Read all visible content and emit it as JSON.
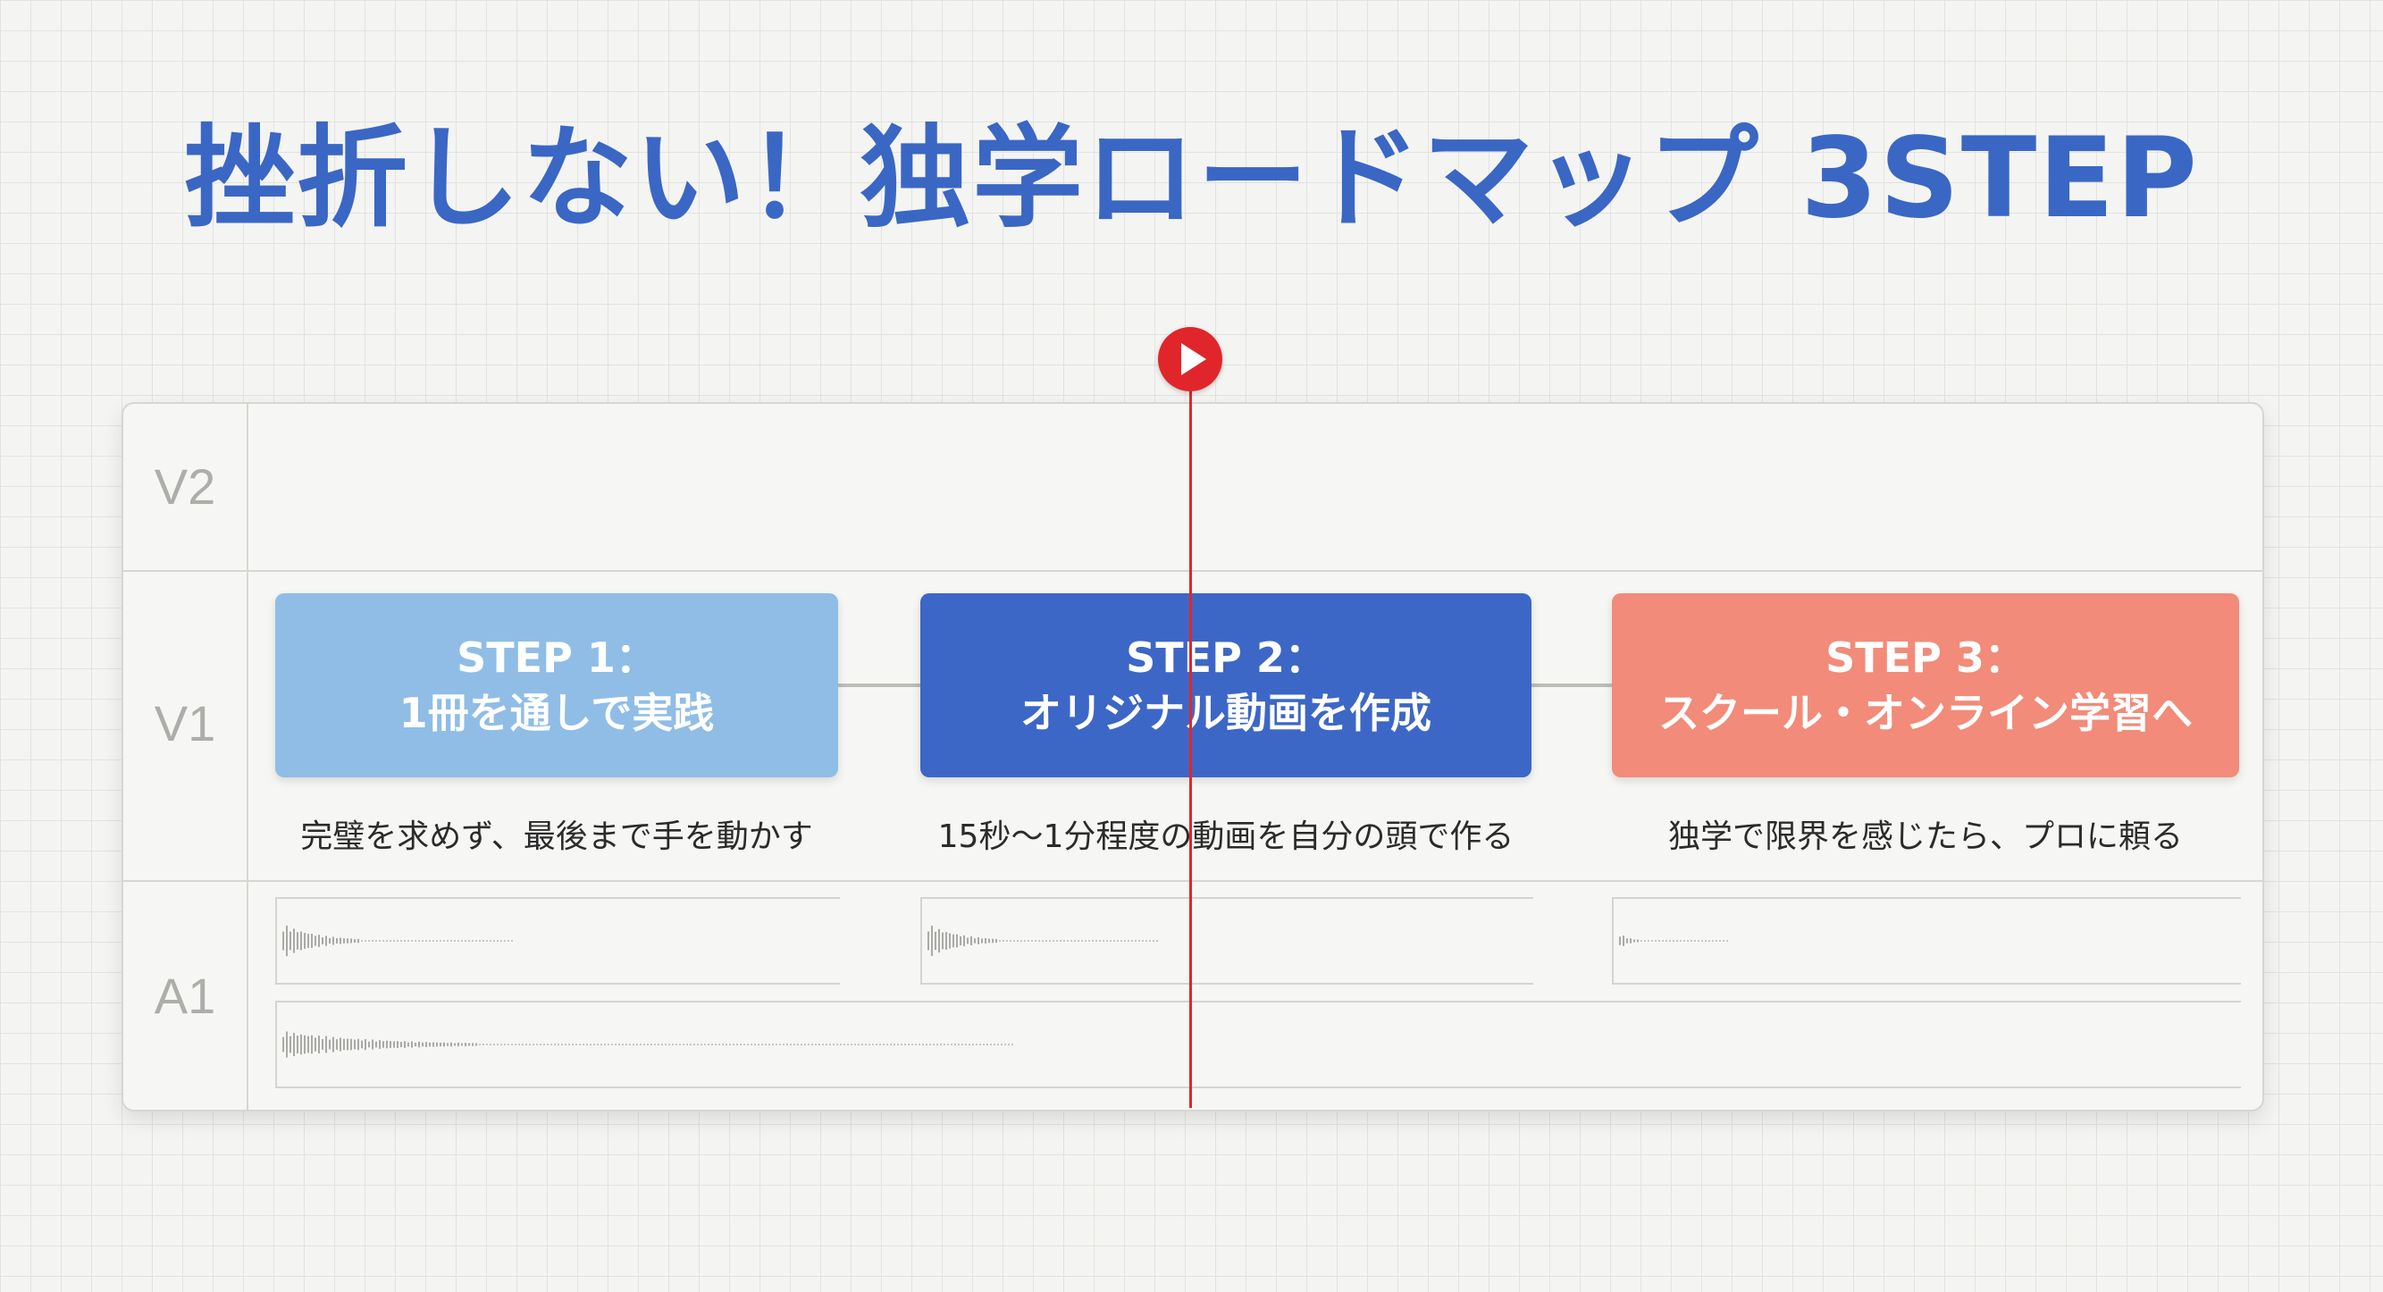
{
  "title": "挫折しない！独学ロードマップ 3STEP",
  "colors": {
    "title": "#3a67c4",
    "step1": "#8fbde6",
    "step2": "#3d67c6",
    "step3": "#f28b79",
    "playhead": "#e0262a"
  },
  "tracks": {
    "v2": "V2",
    "v1": "V1",
    "a1": "A1"
  },
  "steps": [
    {
      "line1": "STEP 1：",
      "line2": "1冊を通しで実践",
      "caption": "完璧を求めず、最後まで手を動かす"
    },
    {
      "line1": "STEP 2：",
      "line2": "オリジナル動画を作成",
      "caption": "15秒〜1分程度の動画を自分の頭で作る"
    },
    {
      "line1": "STEP 3：",
      "line2": "スクール・オンライン学習へ",
      "caption": "独学で限界を感じたら、プロに頼る"
    }
  ],
  "icons": {
    "playhead": "play-icon",
    "waveform": "audio-waveform-icon"
  }
}
